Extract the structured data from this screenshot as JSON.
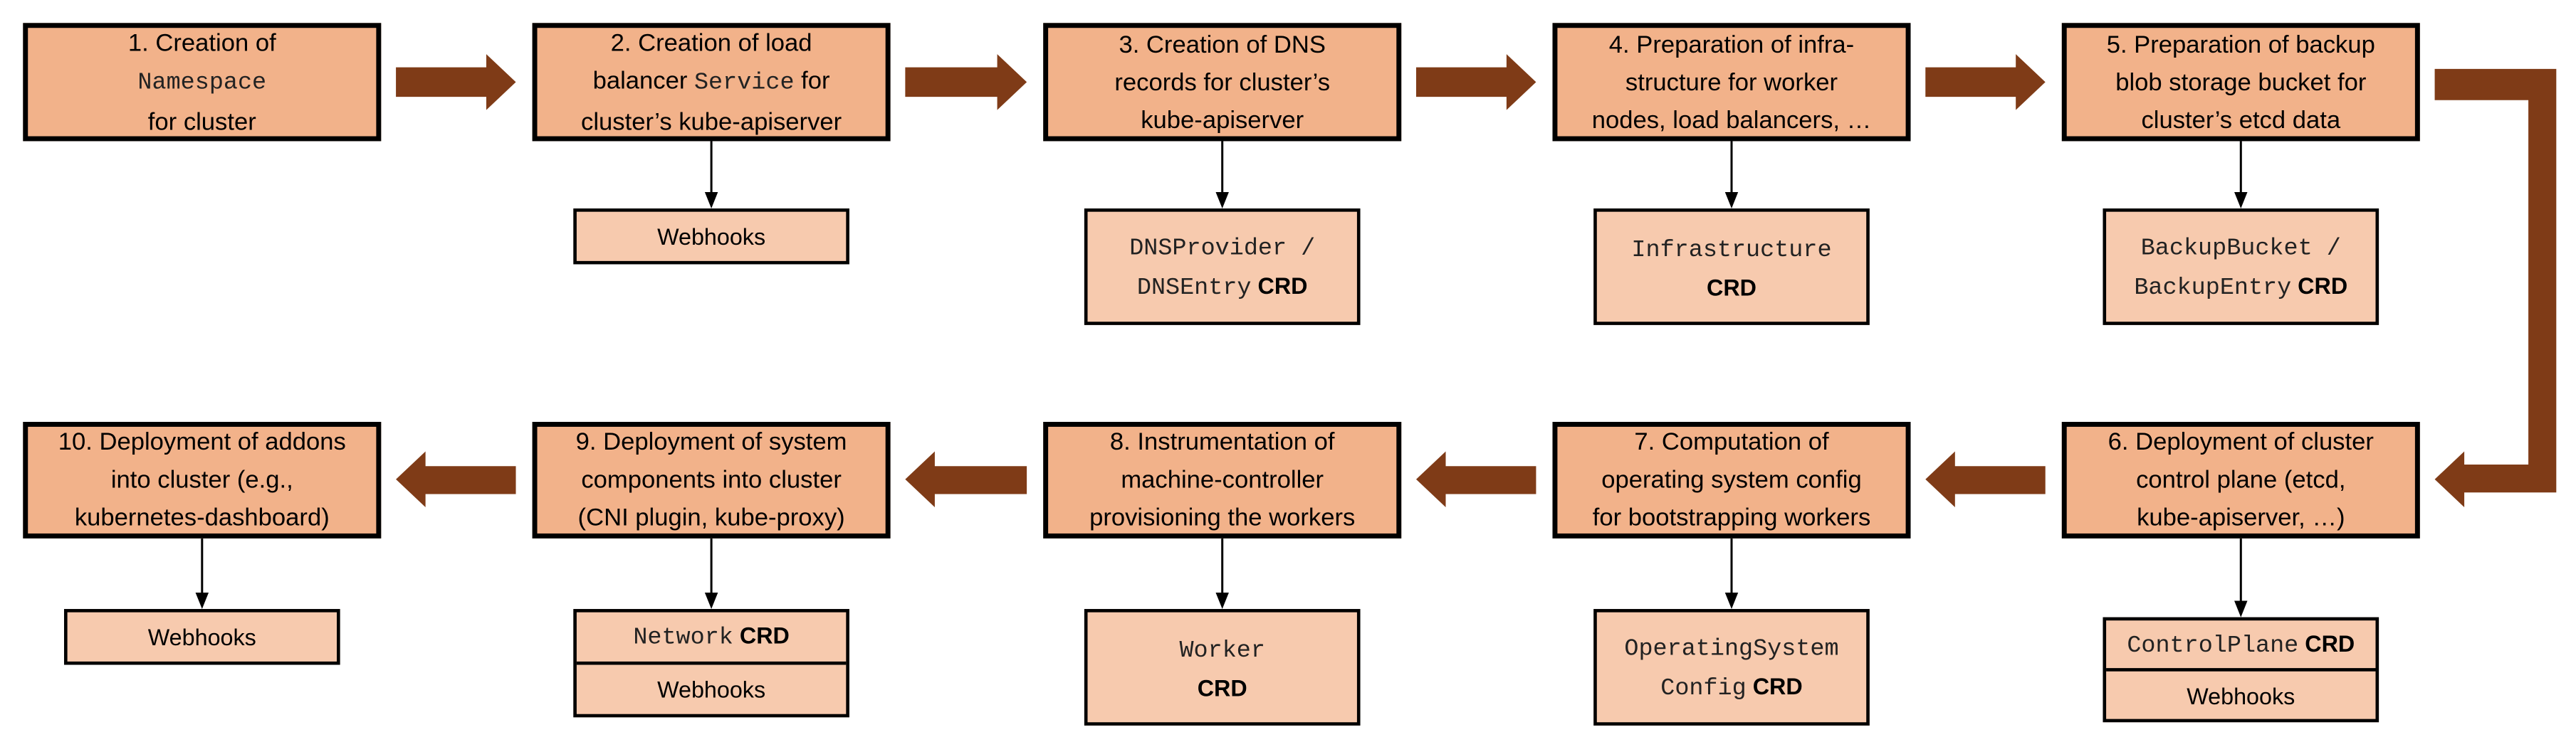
{
  "colors": {
    "step_fill": "#F2B28A",
    "resource_fill": "#F7CAAE",
    "flow_arrow": "#7F3B17",
    "border": "#000000"
  },
  "steps": [
    {
      "lines": [
        [
          {
            "t": "1. Creation of"
          }
        ],
        [
          {
            "t": "Namespace",
            "mono": true
          }
        ],
        [
          {
            "t": "for cluster"
          }
        ]
      ],
      "resources": []
    },
    {
      "lines": [
        [
          {
            "t": "2. Creation of load"
          }
        ],
        [
          {
            "t": "balancer "
          },
          {
            "t": "Service",
            "mono": true
          },
          {
            "t": " for"
          }
        ],
        [
          {
            "t": "cluster’s kube-apiserver"
          }
        ]
      ],
      "resources": [
        [
          [
            {
              "t": "Webhooks"
            }
          ]
        ]
      ]
    },
    {
      "lines": [
        [
          {
            "t": "3. Creation of DNS"
          }
        ],
        [
          {
            "t": "records for cluster’s"
          }
        ],
        [
          {
            "t": "kube-apiserver"
          }
        ]
      ],
      "resources": [
        [
          [
            {
              "t": "DNSProvider /",
              "mono": true
            }
          ],
          [
            {
              "t": "DNSEntry",
              "mono": true
            },
            {
              "t": " CRD",
              "bold": true
            }
          ]
        ]
      ]
    },
    {
      "lines": [
        [
          {
            "t": "4. Preparation of infra-"
          }
        ],
        [
          {
            "t": "structure for worker"
          }
        ],
        [
          {
            "t": "nodes, load balancers, …"
          }
        ]
      ],
      "resources": [
        [
          [
            {
              "t": "Infrastructure",
              "mono": true
            }
          ],
          [
            {
              "t": "CRD",
              "bold": true
            }
          ]
        ]
      ]
    },
    {
      "lines": [
        [
          {
            "t": "5. Preparation of backup"
          }
        ],
        [
          {
            "t": "blob storage bucket for"
          }
        ],
        [
          {
            "t": "cluster’s etcd data"
          }
        ]
      ],
      "resources": [
        [
          [
            {
              "t": "BackupBucket /",
              "mono": true
            }
          ],
          [
            {
              "t": "BackupEntry",
              "mono": true
            },
            {
              "t": " CRD",
              "bold": true
            }
          ]
        ]
      ]
    },
    {
      "lines": [
        [
          {
            "t": "6. Deployment of cluster"
          }
        ],
        [
          {
            "t": "control plane (etcd,"
          }
        ],
        [
          {
            "t": "kube-apiserver, …)"
          }
        ]
      ],
      "resources": [
        [
          [
            {
              "t": "ControlPlane",
              "mono": true
            },
            {
              "t": " CRD",
              "bold": true
            }
          ]
        ],
        [
          [
            {
              "t": "Webhooks"
            }
          ]
        ]
      ]
    },
    {
      "lines": [
        [
          {
            "t": "7. Computation of"
          }
        ],
        [
          {
            "t": "operating system config"
          }
        ],
        [
          {
            "t": "for bootstrapping workers"
          }
        ]
      ],
      "resources": [
        [
          [
            {
              "t": "OperatingSystem",
              "mono": true
            }
          ],
          [
            {
              "t": "Config",
              "mono": true
            },
            {
              "t": " CRD",
              "bold": true
            }
          ]
        ]
      ]
    },
    {
      "lines": [
        [
          {
            "t": "8. Instrumentation of"
          }
        ],
        [
          {
            "t": "machine-controller"
          }
        ],
        [
          {
            "t": "provisioning the workers"
          }
        ]
      ],
      "resources": [
        [
          [
            {
              "t": "Worker",
              "mono": true
            }
          ],
          [
            {
              "t": "CRD",
              "bold": true
            }
          ]
        ]
      ]
    },
    {
      "lines": [
        [
          {
            "t": "9. Deployment of system"
          }
        ],
        [
          {
            "t": "components into cluster"
          }
        ],
        [
          {
            "t": "(CNI plugin, kube-proxy)"
          }
        ]
      ],
      "resources": [
        [
          [
            {
              "t": "Network",
              "mono": true
            },
            {
              "t": " CRD",
              "bold": true
            }
          ]
        ],
        [
          [
            {
              "t": "Webhooks"
            }
          ]
        ]
      ]
    },
    {
      "lines": [
        [
          {
            "t": "10. Deployment of addons"
          }
        ],
        [
          {
            "t": "into cluster (e.g.,"
          }
        ],
        [
          {
            "t": "kubernetes-dashboard)"
          }
        ]
      ],
      "resources": [
        [
          [
            {
              "t": "Webhooks"
            }
          ]
        ]
      ]
    }
  ]
}
